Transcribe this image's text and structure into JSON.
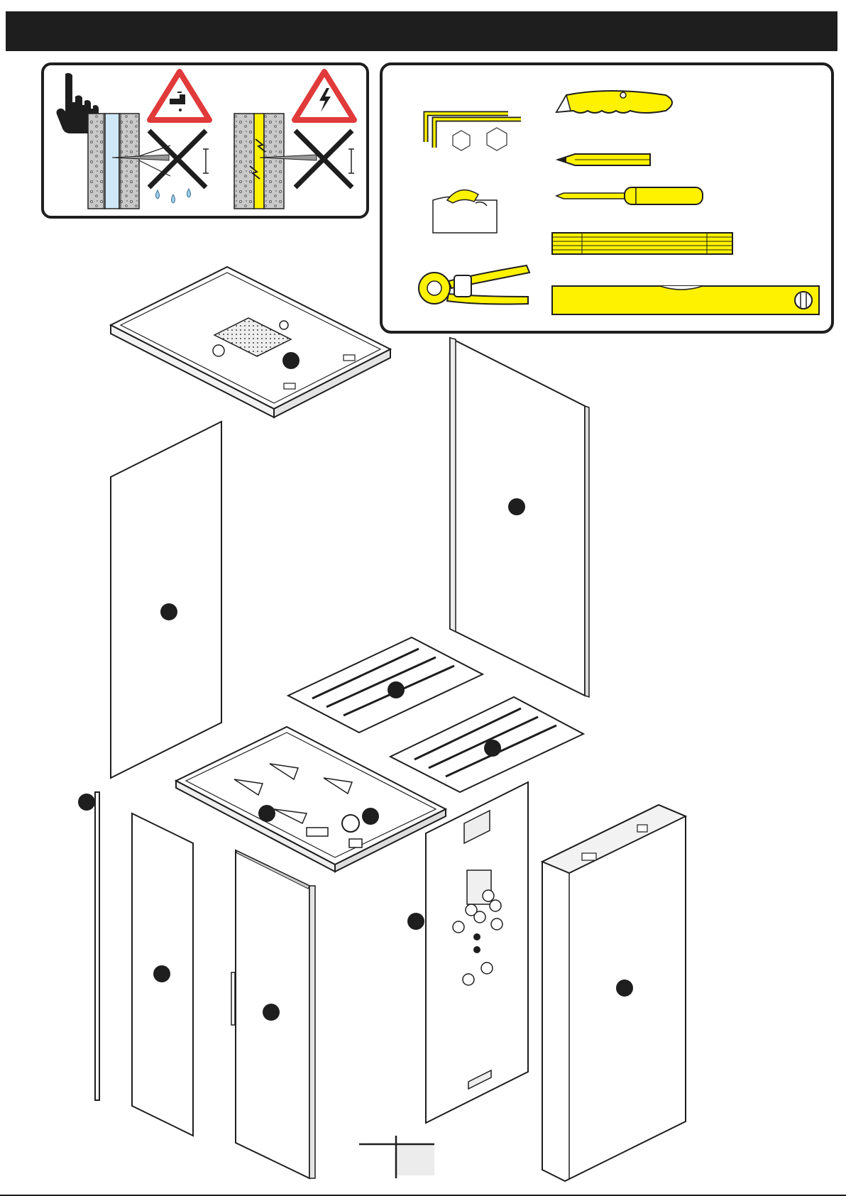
{
  "header": {
    "bar": "header-bar",
    "color": "#1e1e1e"
  },
  "warning_panel": {
    "icons": [
      "attention-hand-icon",
      "water-hazard-icon",
      "electric-hazard-icon",
      "water-pipe-wall-icon",
      "electric-cable-wall-icon",
      "prohibited-cross-icon"
    ]
  },
  "tools_panel": {
    "tools": [
      "allen-keys-icon",
      "utility-knife-icon",
      "pencil-icon",
      "screwdriver-icon",
      "sealant-applicator-icon",
      "folding-ruler-icon",
      "pipe-cutter-icon",
      "spirit-level-icon"
    ],
    "accent_color": "#ffff00"
  },
  "parts": [
    "roof-panel",
    "right-side-panel",
    "left-side-panel",
    "floor-grate-1",
    "floor-grate-2",
    "shower-tray",
    "corner-profile",
    "front-fixed-panel",
    "door-panel",
    "control-panel",
    "rear-wall-column"
  ],
  "footer": {
    "page_tab": "page-number-tab"
  }
}
